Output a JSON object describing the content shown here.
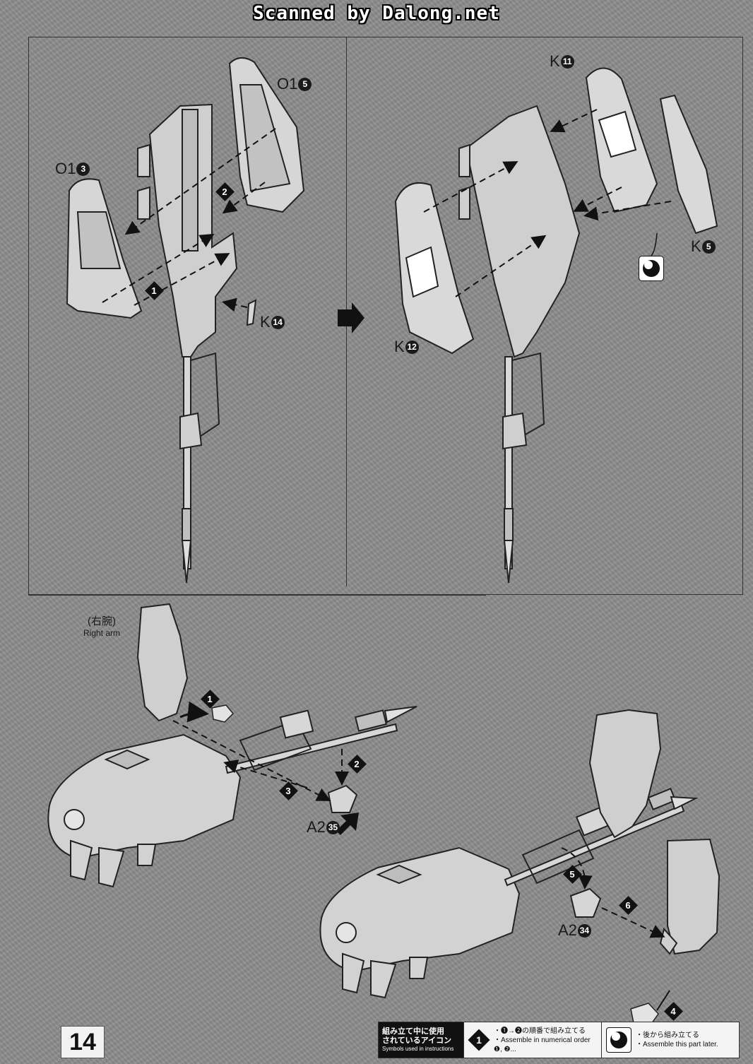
{
  "watermark": "Scanned by Dalong.net",
  "page_number": "14",
  "top_left_panel": {
    "labels": [
      {
        "prefix": "O1",
        "num": "3"
      },
      {
        "prefix": "O1",
        "num": "5"
      },
      {
        "prefix": "K",
        "num": "14"
      }
    ],
    "steps": [
      "1",
      "2"
    ]
  },
  "top_right_panel": {
    "labels": [
      {
        "prefix": "K",
        "num": "11"
      },
      {
        "prefix": "K",
        "num": "12"
      },
      {
        "prefix": "K",
        "num": "5"
      }
    ]
  },
  "bottom_panel": {
    "right_arm_jp": "(右腕)",
    "right_arm_en": "Right arm",
    "labels": [
      {
        "prefix": "A2",
        "num": "35"
      },
      {
        "prefix": "A2",
        "num": "34"
      }
    ],
    "steps": [
      "1",
      "2",
      "3",
      "4",
      "5",
      "6"
    ]
  },
  "legend": {
    "head_jp_line1": "組み立て中に使用",
    "head_jp_line2": "されているアイコン",
    "head_en": "Symbols used in instructions",
    "item1_icon": "1",
    "item1_jp": "・❶→❷の順番で組み立てる",
    "item1_en": "・Assemble in numerical order ❶, ❷...",
    "item2_jp": "・後から組み立てる",
    "item2_en": "・Assemble this part later."
  }
}
